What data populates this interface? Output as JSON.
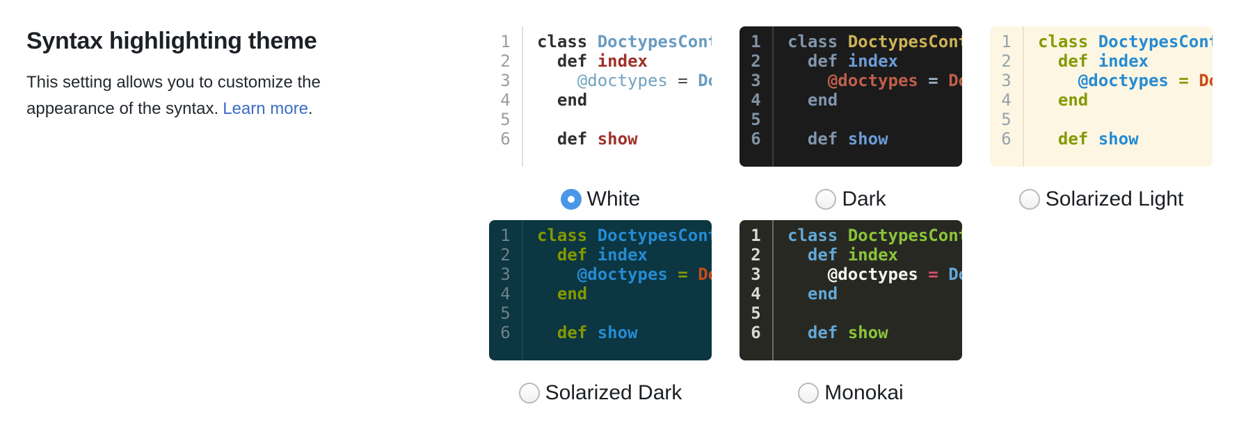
{
  "header": {
    "title": "Syntax highlighting theme",
    "description": {
      "line1": "This setting allows you to customize the",
      "line2": "appearance of the syntax.",
      "link": "Learn more",
      "after_link": "."
    },
    "link_color": "#3d6cc4",
    "text_color": "#24292e"
  },
  "code_sample": {
    "line_numbers": [
      "1",
      "2",
      "3",
      "4",
      "5",
      "6"
    ],
    "lines": [
      [
        {
          "t": "keyword",
          "s": "class"
        },
        {
          "t": "plain",
          "s": " "
        },
        {
          "t": "constant",
          "s": "DoctypesCont"
        }
      ],
      [
        {
          "t": "plain",
          "s": "  "
        },
        {
          "t": "keyword",
          "s": "def"
        },
        {
          "t": "plain",
          "s": " "
        },
        {
          "t": "method",
          "s": "index"
        }
      ],
      [
        {
          "t": "plain",
          "s": "    "
        },
        {
          "t": "ivar",
          "s": "@doctypes"
        },
        {
          "t": "plain",
          "s": " "
        },
        {
          "t": "operator",
          "s": "="
        },
        {
          "t": "plain",
          "s": " "
        },
        {
          "t": "constant2",
          "s": "Do"
        }
      ],
      [
        {
          "t": "plain",
          "s": "  "
        },
        {
          "t": "keyword",
          "s": "end"
        }
      ],
      [],
      [
        {
          "t": "plain",
          "s": "  "
        },
        {
          "t": "keyword",
          "s": "def"
        },
        {
          "t": "plain",
          "s": " "
        },
        {
          "t": "method",
          "s": "show"
        }
      ]
    ]
  },
  "themes": [
    {
      "id": "white",
      "label": "White",
      "selected": true,
      "gutter_weight": "400",
      "colors": {
        "bg": "#ffffff",
        "gutter": "#9d9d9d",
        "sep": "#e1e1e1",
        "plain": "#333333",
        "keyword": "#2f2f2f",
        "constant": "#6a9bc1",
        "method": "#9e312a",
        "ivar": "#71a3be",
        "operator": "#4a4a4a",
        "constant2": "#6a9bc1"
      },
      "weights": {
        "ivar": "400",
        "operator": "400"
      }
    },
    {
      "id": "dark",
      "label": "Dark",
      "selected": false,
      "gutter_weight": "700",
      "colors": {
        "bg": "#1b1b1b",
        "gutter": "#8091a3",
        "sep": "#3d3d3d",
        "plain": "#aab5c0",
        "keyword": "#8296ad",
        "constant": "#cdb355",
        "method": "#6d9cd6",
        "ivar": "#bf5f4a",
        "operator": "#9fb3cb",
        "constant2": "#bf5f4a"
      },
      "weights": {}
    },
    {
      "id": "solarized-light",
      "label": "Solarized Light",
      "selected": false,
      "gutter_weight": "400",
      "colors": {
        "bg": "#fdf6e3",
        "gutter": "#95a3ab",
        "sep": "#ece3cd",
        "plain": "#657b83",
        "keyword": "#859900",
        "constant": "#268bd2",
        "method": "#268bd2",
        "ivar": "#268bd2",
        "operator": "#859900",
        "constant2": "#cb4b16"
      },
      "weights": {}
    },
    {
      "id": "solarized-dark",
      "label": "Solarized Dark",
      "selected": false,
      "gutter_weight": "400",
      "colors": {
        "bg": "#0b3642",
        "gutter": "#6f8289",
        "sep": "#174450",
        "plain": "#839496",
        "keyword": "#859900",
        "constant": "#268bd2",
        "method": "#268bd2",
        "ivar": "#268bd2",
        "operator": "#859900",
        "constant2": "#cb4b16"
      },
      "weights": {}
    },
    {
      "id": "monokai",
      "label": "Monokai",
      "selected": false,
      "gutter_weight": "700",
      "colors": {
        "bg": "#272822",
        "gutter": "#d9d9d1",
        "sep": "#6a6b62",
        "plain": "#f8f8f2",
        "keyword": "#63a8d8",
        "constant": "#8bc43c",
        "method": "#8bc43c",
        "ivar": "#f5f5ef",
        "operator": "#dd4f6e",
        "constant2": "#63a8d8"
      },
      "weights": {}
    }
  ],
  "radio": {
    "selected_fill": "#4a97e8",
    "label_color": "#1b1f23"
  }
}
